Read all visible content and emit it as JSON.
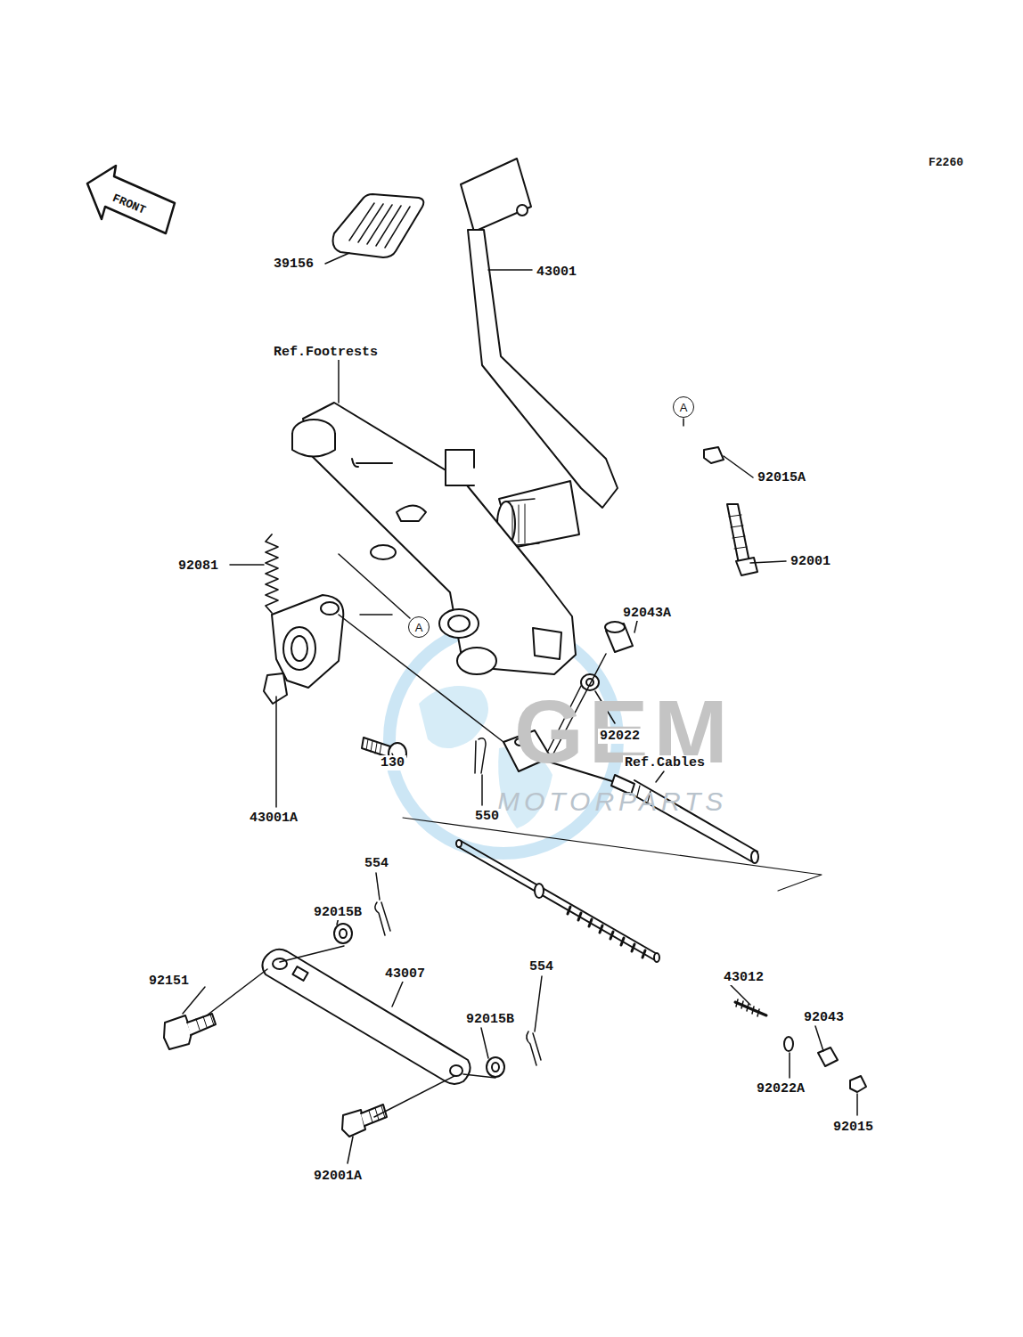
{
  "diagram": {
    "nodes": [
      {
        "text": [
          "A"
        ]
      },
      {
        "text": [
          "A"
        ]
      }
    ],
    "labels": [
      "F2260",
      "FRONT",
      "39156",
      "43001",
      "Ref.Footrests",
      "92015A",
      "92001",
      "92081",
      "92043A",
      "43001A",
      "92022",
      "130",
      "Ref.Cables",
      "550",
      "GEM",
      "MOTORPARTS",
      "554",
      "92015B",
      "92151",
      "43007",
      "554",
      "92015B",
      "43012",
      "92043",
      "92022A",
      "92015",
      "92001A"
    ]
  }
}
